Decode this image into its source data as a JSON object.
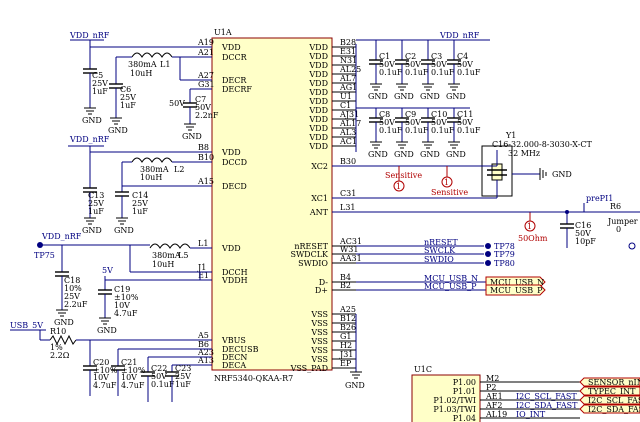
{
  "u1a": {
    "ref": "U1A",
    "part": "NRF5340-QKAA-R7",
    "left_pins": [
      {
        "num": "A19",
        "name": "VDD"
      },
      {
        "num": "A21",
        "name": "DCCR"
      },
      {
        "num": "A27",
        "name": "DECR"
      },
      {
        "num": "G31",
        "name": "DECRF"
      },
      {
        "num": "B8",
        "name": "VDD"
      },
      {
        "num": "B10",
        "name": "DCCD"
      },
      {
        "num": "A15",
        "name": "DECD"
      },
      {
        "num": "L1",
        "name": "VDD"
      },
      {
        "num": "J1",
        "name": "DCCH"
      },
      {
        "num": "E1",
        "name": "VDDH"
      },
      {
        "num": "A5",
        "name": "VBUS"
      },
      {
        "num": "B6",
        "name": "DECUSB"
      },
      {
        "num": "A23",
        "name": "DECN"
      },
      {
        "num": "A13",
        "name": "DECA"
      }
    ],
    "right_vdd": [
      {
        "num": "B28",
        "name": "VDD"
      },
      {
        "num": "E31",
        "name": "VDD"
      },
      {
        "num": "N31",
        "name": "VDD"
      },
      {
        "num": "AL25",
        "name": "VDD"
      },
      {
        "num": "AL7",
        "name": "VDD"
      },
      {
        "num": "AG1",
        "name": "VDD"
      },
      {
        "num": "U1",
        "name": "VDD"
      },
      {
        "num": "C1",
        "name": "VDD"
      },
      {
        "num": "AJ31",
        "name": "VDD"
      },
      {
        "num": "AL17",
        "name": "VDD"
      },
      {
        "num": "AL3",
        "name": "VDD"
      },
      {
        "num": "AC1",
        "name": "VDD"
      }
    ],
    "right_sig": [
      {
        "num": "B30",
        "name": "XC2"
      },
      {
        "num": "C31",
        "name": "XC1"
      },
      {
        "num": "L31",
        "name": "ANT"
      },
      {
        "num": "AC31",
        "name": "nRESET",
        "net": "nRESET"
      },
      {
        "num": "W31",
        "name": "SWDCLK",
        "net": "SWCLK"
      },
      {
        "num": "AA31",
        "name": "SWDIO",
        "net": "SWDIO"
      },
      {
        "num": "B4",
        "name": "D-",
        "net": "MCU_USB_N"
      },
      {
        "num": "B2",
        "name": "D+",
        "net": "MCU_USB_P"
      }
    ],
    "right_vss": [
      {
        "num": "A25",
        "name": "VSS"
      },
      {
        "num": "B12",
        "name": "VSS"
      },
      {
        "num": "B26",
        "name": "VSS"
      },
      {
        "num": "G1",
        "name": "VSS"
      },
      {
        "num": "H2",
        "name": "VSS"
      },
      {
        "num": "J31",
        "name": "VSS"
      },
      {
        "num": "EP",
        "name": "VSS_PAD"
      }
    ]
  },
  "nets": {
    "vdd_nrf_1": "VDD_nRF",
    "vdd_nrf_2": "VDD_nRF",
    "vdd_nrf_3": "VDD_nRF",
    "vdd_nrf_4": "VDD_nRF",
    "five_v": "5V",
    "usb_5v": "USB_5V",
    "gnd": "GND",
    "prepi1": "prePI1"
  },
  "test_points": [
    "TP75",
    "TP78",
    "TP79",
    "TP80"
  ],
  "ports": [
    "MCU_USB_N",
    "MCU_USB_P"
  ],
  "inductors": [
    {
      "ref": "L1",
      "value": "10uH",
      "current": "380mA"
    },
    {
      "ref": "L2",
      "value": "10uH",
      "current": "380mA"
    },
    {
      "ref": "L5",
      "value": "10uH",
      "current": "380mA"
    }
  ],
  "caps_left": [
    {
      "ref": "C5",
      "v": "25V",
      "val": "1uF"
    },
    {
      "ref": "C6",
      "v": "25V",
      "val": "1uF"
    },
    {
      "ref": "C7",
      "v": "50V",
      "val": "2.2nF"
    },
    {
      "ref": "C13",
      "v": "25V",
      "val": "1uF"
    },
    {
      "ref": "C14",
      "v": "25V",
      "val": "1uF"
    },
    {
      "ref": "C18",
      "tol": "10%",
      "v": "25V",
      "val": "2.2uF"
    },
    {
      "ref": "C19",
      "tol": "±10%",
      "v": "10V",
      "val": "4.7uF"
    },
    {
      "ref": "C20",
      "tol": "±10%",
      "v": "10V",
      "val": "4.7uF"
    },
    {
      "ref": "C21",
      "tol": "±10%",
      "v": "10V",
      "val": "4.7uF"
    },
    {
      "ref": "C22",
      "v": "50V",
      "val": "0.1uF"
    },
    {
      "ref": "C23",
      "v": "25V",
      "val": "1uF"
    }
  ],
  "caps_right_top": [
    {
      "ref": "C1",
      "v": "50V",
      "val": "0.1uF"
    },
    {
      "ref": "C2",
      "v": "50V",
      "val": "0.1uF"
    },
    {
      "ref": "C3",
      "v": "50V",
      "val": "0.1uF"
    },
    {
      "ref": "C4",
      "v": "50V",
      "val": "0.1uF"
    }
  ],
  "caps_right_mid": [
    {
      "ref": "C8",
      "v": "50V",
      "val": "0.1uF"
    },
    {
      "ref": "C9",
      "v": "50V",
      "val": "0.1uF"
    },
    {
      "ref": "C10",
      "v": "50V",
      "val": "0.1uF"
    },
    {
      "ref": "C11",
      "v": "50V",
      "val": "0.1uF"
    }
  ],
  "c7_rail": "50V",
  "r10": {
    "ref": "R10",
    "tol": "1%",
    "val": "2.2Ω"
  },
  "crystal": {
    "ref": "Y1",
    "part": "C16-32.000-8-3030-X-CT",
    "freq": "32 MHz"
  },
  "markers": [
    {
      "id": "1",
      "label": "Sensitive"
    },
    {
      "id": "1",
      "label": "Sensitive"
    },
    {
      "id": "1",
      "label": "50Ohm"
    }
  ],
  "c16": {
    "ref": "C16",
    "v": "50V",
    "val": "10pF"
  },
  "r6": {
    "ref": "R6",
    "val": "Jumper",
    "val2": "0"
  },
  "u1c": {
    "ref": "U1C",
    "pins": [
      {
        "num": "M2",
        "name": "P1.00",
        "net": ""
      },
      {
        "num": "P2",
        "name": "P1.01",
        "net": ""
      },
      {
        "num": "AE1",
        "name": "P1.02/TWI",
        "net": "I2C_SCL_FAST"
      },
      {
        "num": "AF2",
        "name": "P1.03/TWI",
        "net": "I2C_SDA_FAST"
      },
      {
        "num": "AL19",
        "name": "P1.04",
        "net": "IO_INT"
      }
    ],
    "ports": [
      "SENSOR_nINT",
      "TYPEC_INT",
      "I2C_SCL_FAST",
      "I2C_SDA_FAST"
    ]
  }
}
